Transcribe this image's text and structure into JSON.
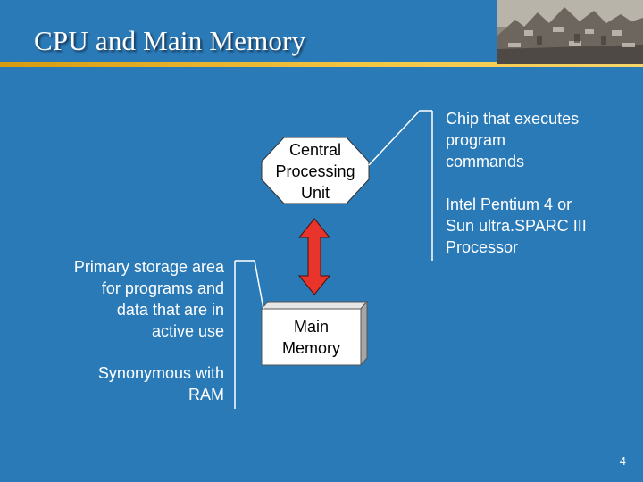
{
  "slide": {
    "title": "CPU and Main Memory",
    "page_number": "4",
    "accent_color": "#f3c542",
    "background_color": "#2a7ab8"
  },
  "cpu": {
    "label_line1": "Central",
    "label_line2": "Processing",
    "label_line3": "Unit"
  },
  "memory": {
    "label_line1": "Main",
    "label_line2": "Memory"
  },
  "cpu_callout": {
    "description_line1": "Chip that executes",
    "description_line2": "program",
    "description_line3": "commands",
    "examples_line1": "Intel Pentium 4 or",
    "examples_line2": "Sun ultra.SPARC III",
    "examples_line3": "Processor"
  },
  "memory_callout": {
    "description_line1": "Primary storage area",
    "description_line2": "for programs and",
    "description_line3": "data that are in",
    "description_line4": "active use",
    "synonym_line1": "Synonymous with",
    "synonym_line2": "RAM"
  },
  "arrow_color": "#e8342a"
}
